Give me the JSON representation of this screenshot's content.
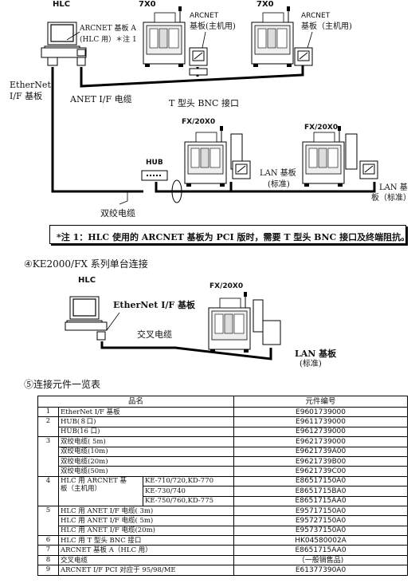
{
  "diagram1": {
    "hlc_title": "HLC",
    "7x0_left": "7X0",
    "7x0_right": "7X0",
    "arcnet_board_a_line1": "ARCNET 基板 A",
    "arcnet_board_a_line2": "(HLC 用）＊注 1",
    "arcnet_main_left_line1": "ARCNET",
    "arcnet_main_left_line2": "基板(主机用)",
    "arcnet_main_right_line1": "ARCNET",
    "arcnet_main_right_line2": "基板（主机用)",
    "ethernet_line1": "EtherNet",
    "ethernet_line2": "I/F 基板",
    "anet_cable": "ANET I/F 电缆",
    "bnc_label": "T 型头 BNC 接口",
    "fx_left": "FX/20X0",
    "fx_right": "FX/20X0",
    "hub_label": "HUB",
    "lan_left_line1": "LAN 基板",
    "lan_left_line2": "(标准)",
    "lan_right_line1": "LAN 基",
    "lan_right_line2": "板（标准）",
    "twisted_cable": "双绞电缆"
  },
  "note": "*注 1：HLC 使用的 ARCNET 基板为 PCI 版时，需要 T 型头 BNC 接口及终端阻抗。",
  "section4_title": "④KE2000/FX 系列单台连接",
  "diagram2": {
    "hlc_title": "HLC",
    "fx_label": "FX/20X0",
    "ethernet_board": "EtherNet I/F 基板",
    "cross_cable": "交叉电缆",
    "lan_line1": "LAN 基板",
    "lan_line2": "(标准)"
  },
  "section5_title": "⑤连接元件一览表",
  "table": {
    "header_name": "品名",
    "header_code": "元件编号",
    "rows": [
      {
        "no": "1",
        "name": "EtherNet I/F 基板",
        "code": "E9601739000"
      },
      {
        "no": "2",
        "name": "HUB(８口)",
        "code": "E9611739000"
      },
      {
        "no": "",
        "name": "HUB(16 口)",
        "code": "E9612739000"
      },
      {
        "no": "3",
        "name": "双绞电缆( 5m)",
        "code": "E9621739000"
      },
      {
        "no": "",
        "name": "双绞电缆(10m)",
        "code": "E9621739A00"
      },
      {
        "no": "",
        "name": "双绞电缆(20m)",
        "code": "E9621739B00"
      },
      {
        "no": "",
        "name": "双绞电缆(50m)",
        "code": "E9621739C00"
      },
      {
        "no": "5",
        "name": "HLC 用 ANET I/F 电缆( 3m)",
        "code": "E95717150A0"
      },
      {
        "no": "",
        "name": "HLC 用 ANET I/F 电缆( 5m)",
        "code": "E95727150A0"
      },
      {
        "no": "",
        "name": "HLC 用 ANET I/F 电缆(20m)",
        "code": "E95737150A0"
      },
      {
        "no": "6",
        "name": "HLC 用 T 型头 BNC 接口",
        "code": "HK04580002A"
      },
      {
        "no": "7",
        "name": "ARCNET 基板 A（HLC 用）",
        "code": "E8651715AA0"
      },
      {
        "no": "8",
        "name": "交叉电缆",
        "code": "（一般销售品)"
      },
      {
        "no": "9",
        "name": "ARCNET I/F PCI 对应于 95/98/ME",
        "code": "E61377390A0"
      }
    ],
    "row4": {
      "no": "4",
      "name_line1": "HLC 用 ARCNET 基",
      "name_line2": "板（主机用）",
      "models": [
        "KE-710/720,KD-770",
        "KE-730/740",
        "KE-750/760,KD-775"
      ],
      "codes": [
        "E86517150A0",
        "E8651715BA0",
        "E8651715AA0"
      ]
    }
  }
}
